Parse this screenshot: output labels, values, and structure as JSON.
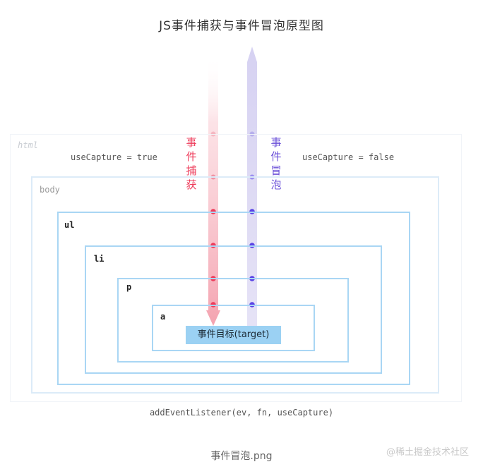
{
  "title": "JS事件捕获与事件冒泡原型图",
  "boxes": {
    "html": "html",
    "body": "body",
    "ul": "ul",
    "li": "li",
    "p": "p",
    "a": "a"
  },
  "target_label": "事件目标(target)",
  "capture": {
    "label_chars": [
      "事",
      "件",
      "捕",
      "获"
    ],
    "use_capture_text": "useCapture = true",
    "color": "#ee3b5a"
  },
  "bubble": {
    "label_chars": [
      "事",
      "件",
      "冒",
      "泡"
    ],
    "use_capture_text": "useCapture = false",
    "color": "#6a4fd8"
  },
  "listener_text": "addEventListener(ev, fn, useCapture)",
  "caption": "事件冒泡.png",
  "watermark": "@稀土掘金技术社区"
}
